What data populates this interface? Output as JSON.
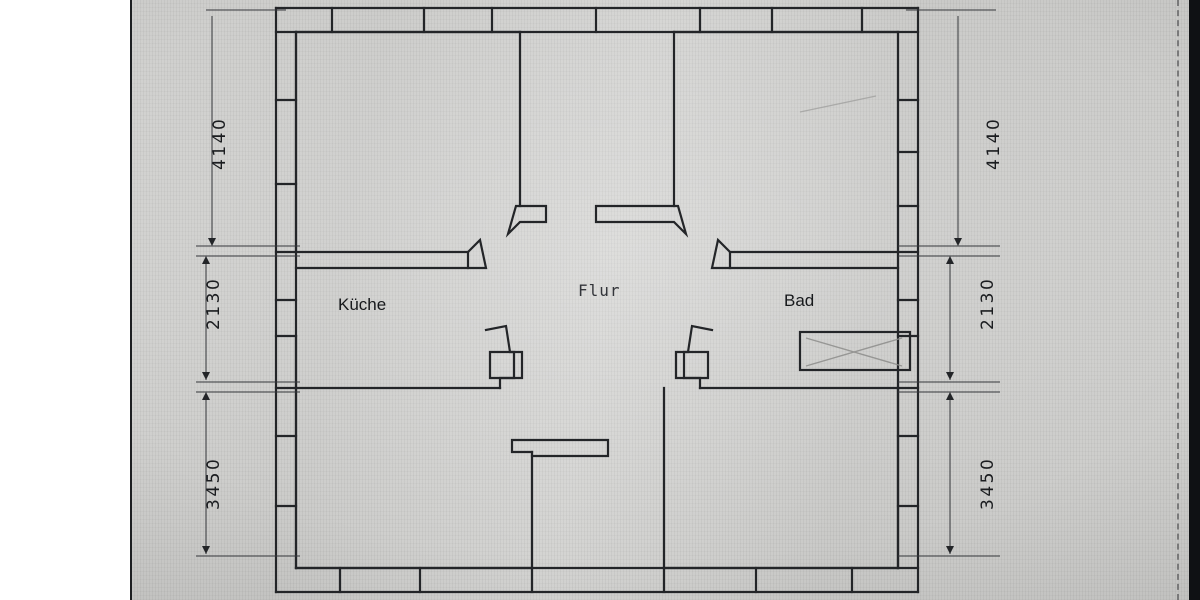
{
  "document": {
    "type": "architectural-floor-plan",
    "media": "photograph of printed plan on gray paper"
  },
  "rooms": [
    {
      "id": "kueche",
      "label": "Küche"
    },
    {
      "id": "flur",
      "label": "Flur"
    },
    {
      "id": "bad",
      "label": "Bad"
    }
  ],
  "dimensions": {
    "left": [
      {
        "value": "4140",
        "id": "left-4140"
      },
      {
        "value": "2130",
        "id": "left-2130"
      },
      {
        "value": "3450",
        "id": "left-3450"
      }
    ],
    "right": [
      {
        "value": "4140",
        "id": "right-4140"
      },
      {
        "value": "2130",
        "id": "right-2130"
      },
      {
        "value": "3450",
        "id": "right-3450"
      }
    ]
  },
  "fixtures": [
    {
      "id": "bathtub",
      "symbol": "rectangle-with-x-diagonals"
    }
  ],
  "colors": {
    "paper": "#cdcdcb",
    "ink": "#232528",
    "edge": "#0f1114",
    "text": "#17191c"
  }
}
